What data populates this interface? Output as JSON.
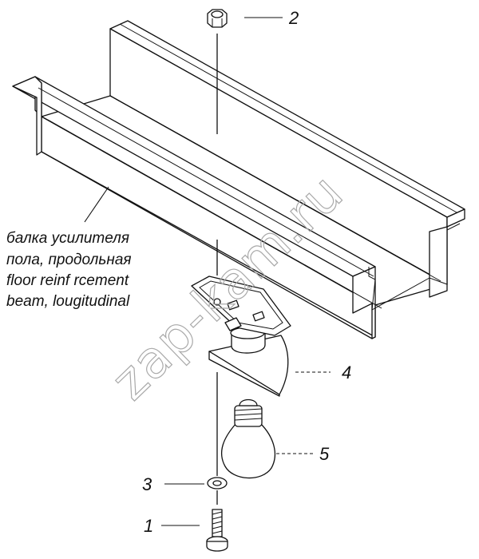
{
  "callouts": {
    "nut": "2",
    "lamp_housing": "4",
    "bulb": "5",
    "washer": "3",
    "screw": "1"
  },
  "beam_caption": {
    "line1": "балка усилителя",
    "line2": "пола, продольная",
    "line3": "floor  reinf rcement",
    "line4": "beam, lougitudinal"
  },
  "watermark": "zap-kam.ru"
}
